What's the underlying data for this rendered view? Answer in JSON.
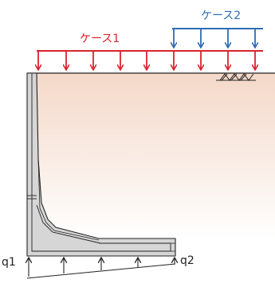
{
  "labels": {
    "case1": "ケース1",
    "case2": "ケース2",
    "q1": "q1",
    "q2": "q2"
  },
  "colors": {
    "case1": "#d9232e",
    "case2": "#2e6db4",
    "soil_top": "#f4d8c8",
    "soil_bottom": "#ffffff",
    "wall_fill": "#d8d8d8",
    "wall_stroke": "#222222",
    "text": "#222222"
  },
  "icons": {
    "ground_surface": "hatch-icon"
  }
}
